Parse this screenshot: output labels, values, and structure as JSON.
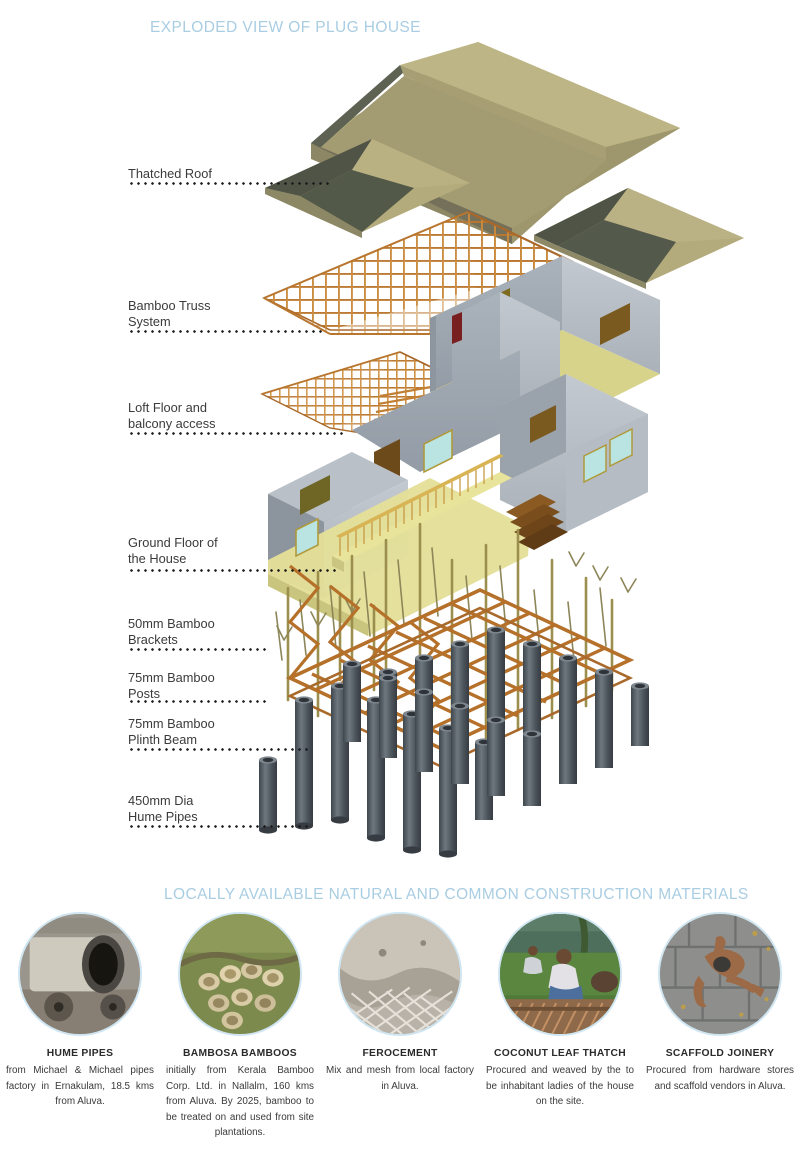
{
  "sections": {
    "exploded_title": "EXPLODED VIEW OF PLUG HOUSE",
    "materials_title": "LOCALLY AVAILABLE NATURAL AND COMMON CONSTRUCTION MATERIALS"
  },
  "callouts": [
    {
      "id": "thatched-roof",
      "line1": "Thatched Roof",
      "line2": ""
    },
    {
      "id": "bamboo-truss",
      "line1": "Bamboo Truss",
      "line2": "System"
    },
    {
      "id": "loft-floor",
      "line1": "Loft Floor and",
      "line2": "balcony access"
    },
    {
      "id": "ground-floor",
      "line1": "Ground Floor of",
      "line2": "the House"
    },
    {
      "id": "bamboo-brackets",
      "line1": "50mm Bamboo",
      "line2": "Brackets"
    },
    {
      "id": "bamboo-posts",
      "line1": "75mm Bamboo",
      "line2": "Posts"
    },
    {
      "id": "plinth-beam",
      "line1": "75mm Bamboo",
      "line2": "Plinth Beam"
    },
    {
      "id": "hume-pipes",
      "line1": "450mm Dia",
      "line2": "Hume Pipes"
    }
  ],
  "materials": [
    {
      "name": "HUME PIPES",
      "desc": "from Michael & Michael pipes factory in Ernakulam, 18.5 kms from Aluva.",
      "photo": "hume-pipe-photo"
    },
    {
      "name": "BAMBOSA BAMBOOS",
      "desc": "initially from Kerala Bamboo Corp. Ltd. in Nallalm, 160 kms from Aluva. By 2025, bamboo to be treated on and used from site plantations.",
      "photo": "bamboo-stack-photo"
    },
    {
      "name": "FEROCEMENT",
      "desc": "Mix and mesh from local factory in Aluva.",
      "photo": "ferrocement-photo"
    },
    {
      "name": "COCONUT LEAF THATCH",
      "desc": "Procured and weaved by the to be inhabitant ladies of the house on the site.",
      "photo": "coconut-thatch-photo"
    },
    {
      "name": "SCAFFOLD JOINERY",
      "desc": "Procured from hardware stores and scaffold vendors in Aluva.",
      "photo": "scaffold-clamp-photo"
    }
  ],
  "colors": {
    "heading_blue": "#a9cde2",
    "roof_light": "#b3ab7c",
    "roof_dark": "#4f5447",
    "bamboo_orange": "#c87d32",
    "bamboo_pale": "#a99a5c",
    "wall_grey": "#9ea7b0",
    "floor_yellow": "#dcd98a",
    "window_cyan": "#b9e4e2",
    "door_brown": "#7a5a1e",
    "pipe_grey": "#5b636b",
    "label_text": "#3b3b3b"
  }
}
